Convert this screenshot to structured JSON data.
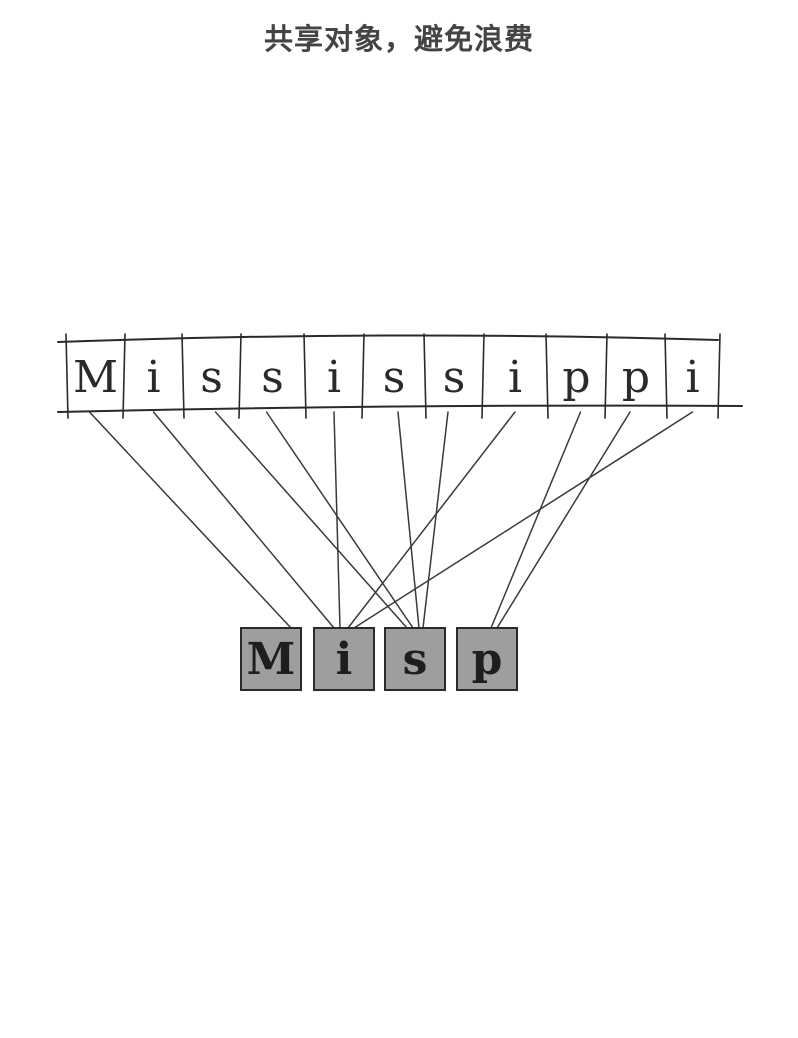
{
  "title": "共享对象，避免浪费",
  "string_chars": [
    "M",
    "i",
    "s",
    "s",
    "i",
    "s",
    "s",
    "i",
    "p",
    "p",
    "i"
  ],
  "shared_objects": [
    "M",
    "i",
    "s",
    "p"
  ],
  "colors": {
    "ink": "#2a2a2a",
    "shared_box_fill": "#9e9e9e",
    "title": "#444444"
  }
}
